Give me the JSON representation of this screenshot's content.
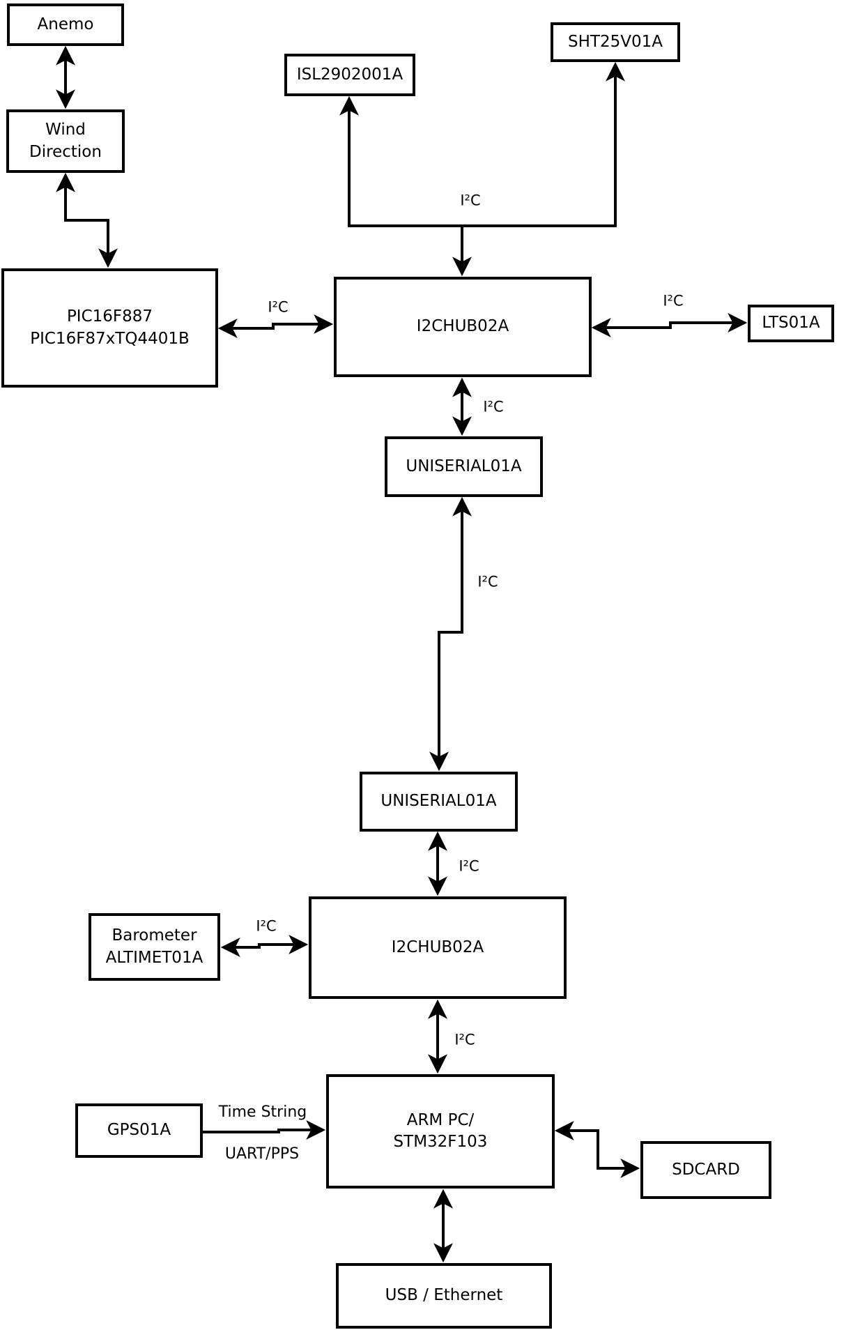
{
  "colors": {
    "line": "#000000",
    "background": "#ffffff"
  },
  "nodes": {
    "anemo": {
      "label": "Anemo"
    },
    "wind_direction": {
      "line1": "Wind",
      "line2": "Direction"
    },
    "isl2902001a": {
      "label": "ISL2902001A"
    },
    "sht25v01a": {
      "label": "SHT25V01A"
    },
    "pic16f887": {
      "line1": "PIC16F887",
      "line2": "PIC16F87xTQ4401B"
    },
    "i2chub02a_top": {
      "label": "I2CHUB02A"
    },
    "lts01a": {
      "label": "LTS01A"
    },
    "uniserial01a_top": {
      "label": "UNISERIAL01A"
    },
    "uniserial01a_bottom": {
      "label": "UNISERIAL01A"
    },
    "i2chub02a_bottom": {
      "label": "I2CHUB02A"
    },
    "barometer": {
      "line1": "Barometer",
      "line2": "ALTIMET01A"
    },
    "gps01a": {
      "label": "GPS01A"
    },
    "arm_pc": {
      "line1": "ARM PC/",
      "line2": "STM32F103"
    },
    "sdcard": {
      "label": "SDCARD"
    },
    "usb_ethernet": {
      "label": "USB / Ethernet"
    }
  },
  "edges": [
    {
      "from": "anemo",
      "to": "wind_direction",
      "style": "bidirectional",
      "label": ""
    },
    {
      "from": "wind_direction",
      "to": "pic16f887",
      "style": "bidirectional",
      "label": ""
    },
    {
      "from": "pic16f887",
      "to": "i2chub02a_top",
      "style": "bidirectional",
      "label": "I²C"
    },
    {
      "from": "i2chub02a_top",
      "to": "isl2902001a",
      "style": "arrow",
      "label": "I²C"
    },
    {
      "from": "i2chub02a_top",
      "to": "sht25v01a",
      "style": "arrow",
      "label": ""
    },
    {
      "from": "i2chub02a_top",
      "to": "lts01a",
      "style": "bidirectional",
      "label": "I²C"
    },
    {
      "from": "i2chub02a_top",
      "to": "uniserial01a_top",
      "style": "bidirectional",
      "label": "I²C"
    },
    {
      "from": "uniserial01a_top",
      "to": "uniserial01a_bottom",
      "style": "bidirectional",
      "label": "I²C"
    },
    {
      "from": "uniserial01a_bottom",
      "to": "i2chub02a_bottom",
      "style": "bidirectional",
      "label": "I²C"
    },
    {
      "from": "barometer",
      "to": "i2chub02a_bottom",
      "style": "bidirectional",
      "label": "I²C"
    },
    {
      "from": "i2chub02a_bottom",
      "to": "arm_pc",
      "style": "bidirectional",
      "label": "I²C"
    },
    {
      "from": "gps01a",
      "to": "arm_pc",
      "style": "arrow",
      "label_top": "Time String",
      "label_bottom": "UART/PPS"
    },
    {
      "from": "arm_pc",
      "to": "sdcard",
      "style": "bidirectional",
      "label": ""
    },
    {
      "from": "arm_pc",
      "to": "usb_ethernet",
      "style": "bidirectional",
      "label": ""
    }
  ]
}
